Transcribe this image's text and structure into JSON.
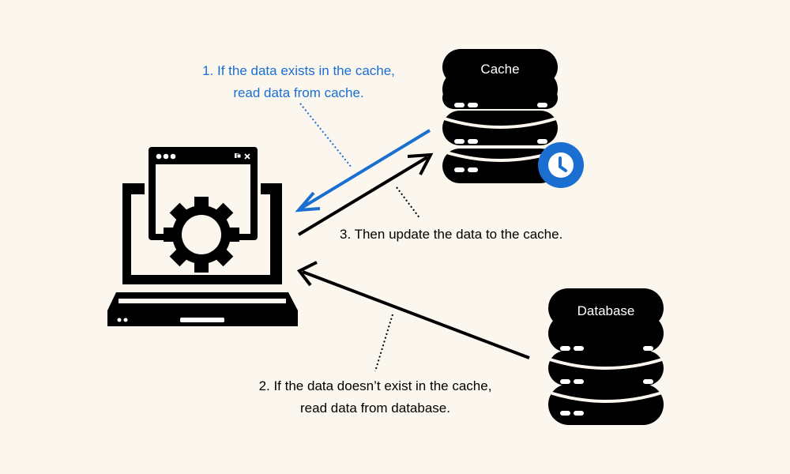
{
  "nodes": {
    "cache": {
      "title": "Cache"
    },
    "database": {
      "title": "Database"
    },
    "client": {
      "icon": "laptop-gear-icon"
    }
  },
  "labels": {
    "step1_line1": "1. If the data exists in the cache,",
    "step1_line2": "read data from cache.",
    "step2_line1": "2. If the data doesn’t exist in the cache,",
    "step2_line2": "read data from database.",
    "step3": "3. Then update the data to the cache."
  },
  "colors": {
    "background": "#fbf7ef",
    "ink": "#000000",
    "accent_blue": "#1a6fd1"
  }
}
